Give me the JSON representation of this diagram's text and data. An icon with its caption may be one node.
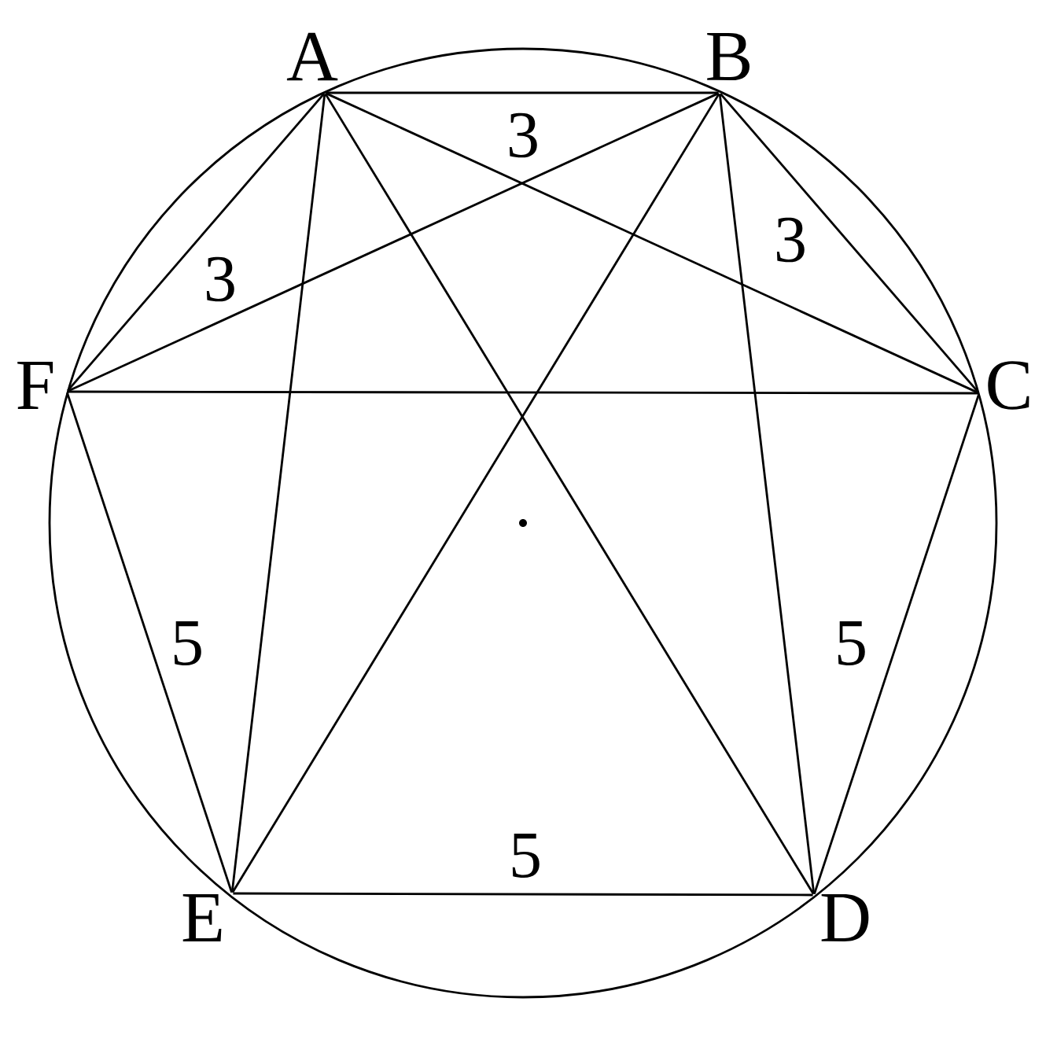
{
  "diagram": {
    "nodes": [
      {
        "text": [
          "A"
        ]
      },
      {
        "text": [
          "B"
        ]
      },
      {
        "text": [
          "C"
        ]
      },
      {
        "text": [
          "D"
        ]
      },
      {
        "text": [
          "E"
        ]
      },
      {
        "text": [
          "F"
        ]
      }
    ],
    "edges": [
      {
        "from": 0,
        "to": 1,
        "arrow": "none",
        "label": "3"
      },
      {
        "from": 1,
        "to": 2,
        "arrow": "none",
        "label": "3"
      },
      {
        "from": 2,
        "to": 3,
        "arrow": "none",
        "label": "5"
      },
      {
        "from": 3,
        "to": 4,
        "arrow": "none",
        "label": "5"
      },
      {
        "from": 4,
        "to": 5,
        "arrow": "none",
        "label": "5"
      },
      {
        "from": 5,
        "to": 0,
        "arrow": "none",
        "label": "3"
      },
      {
        "from": 0,
        "to": 2,
        "arrow": "none"
      },
      {
        "from": 0,
        "to": 3,
        "arrow": "none"
      },
      {
        "from": 0,
        "to": 4,
        "arrow": "none"
      },
      {
        "from": 1,
        "to": 5,
        "arrow": "none"
      },
      {
        "from": 1,
        "to": 4,
        "arrow": "none"
      },
      {
        "from": 1,
        "to": 3,
        "arrow": "none"
      },
      {
        "from": 5,
        "to": 2,
        "arrow": "none"
      }
    ]
  }
}
